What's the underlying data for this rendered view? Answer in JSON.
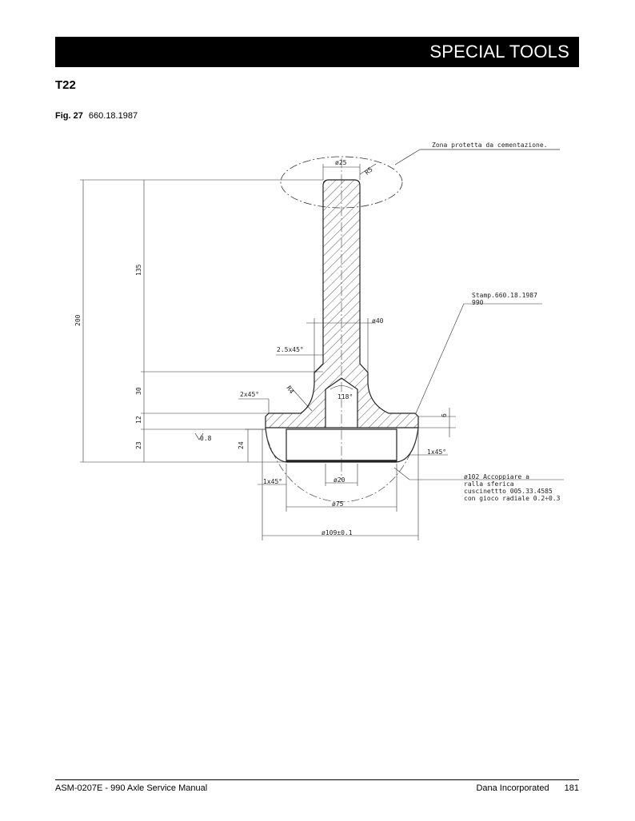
{
  "header": {
    "title": "SPECIAL TOOLS"
  },
  "section": {
    "id": "T22"
  },
  "figure": {
    "label": "Fig. 27",
    "code": "660.18.1987",
    "notes": {
      "zona": "Zona protetta da cementazione.",
      "stamp_line1": "Stamp.660.18.1987",
      "stamp_line2": "990",
      "acc_line1": "ø102 Accoppiare a",
      "acc_line2": "ralla sferica",
      "acc_line3": "cuscinettto 005.33.4585",
      "acc_line4": "con gioco radiale 0.2÷0.3"
    },
    "dims": {
      "d25": "ø25",
      "r5": "R5",
      "d40": "ø40",
      "ch25": "2.5x45°",
      "ch2": "2x45°",
      "r4": "R4",
      "a118": "118°",
      "d20": "ø20",
      "d75": "ø75",
      "d109": "ø109±0.1",
      "ch1_left": "1x45°",
      "ch1_right": "1x45°",
      "v200": "200",
      "v135": "135",
      "v30": "30",
      "v12": "12",
      "v23": "23",
      "v24": "24",
      "v6": "6",
      "rough": "0.8"
    }
  },
  "footer": {
    "manual": "ASM-0207E - 990 Axle Service Manual",
    "company": "Dana Incorporated",
    "page": "181"
  }
}
